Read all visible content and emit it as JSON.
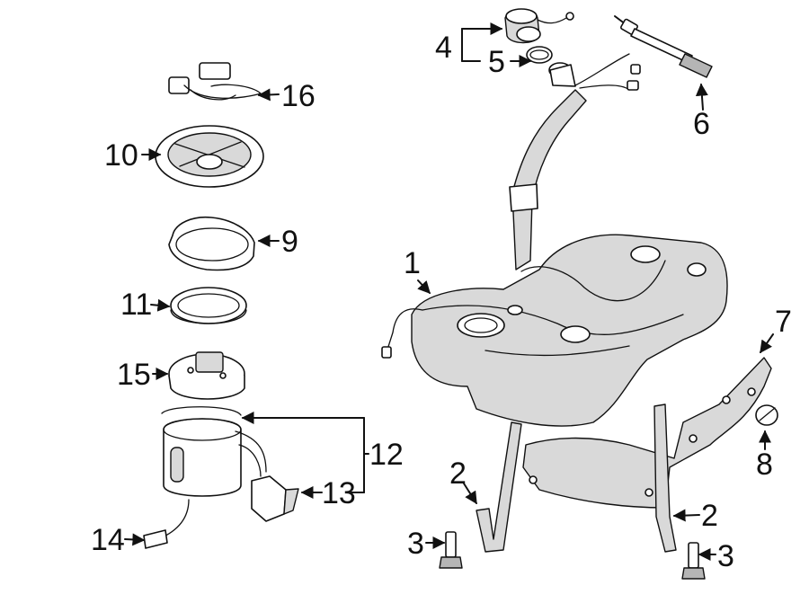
{
  "diagram": {
    "callouts": [
      {
        "id": "c1",
        "label": "1"
      },
      {
        "id": "c2a",
        "label": "2"
      },
      {
        "id": "c2b",
        "label": "2"
      },
      {
        "id": "c3a",
        "label": "3"
      },
      {
        "id": "c3b",
        "label": "3"
      },
      {
        "id": "c4",
        "label": "4"
      },
      {
        "id": "c5",
        "label": "5"
      },
      {
        "id": "c6",
        "label": "6"
      },
      {
        "id": "c7",
        "label": "7"
      },
      {
        "id": "c8",
        "label": "8"
      },
      {
        "id": "c9",
        "label": "9"
      },
      {
        "id": "c10",
        "label": "10"
      },
      {
        "id": "c11",
        "label": "11"
      },
      {
        "id": "c12",
        "label": "12"
      },
      {
        "id": "c13",
        "label": "13"
      },
      {
        "id": "c14",
        "label": "14"
      },
      {
        "id": "c15",
        "label": "15"
      },
      {
        "id": "c16",
        "label": "16"
      }
    ]
  }
}
